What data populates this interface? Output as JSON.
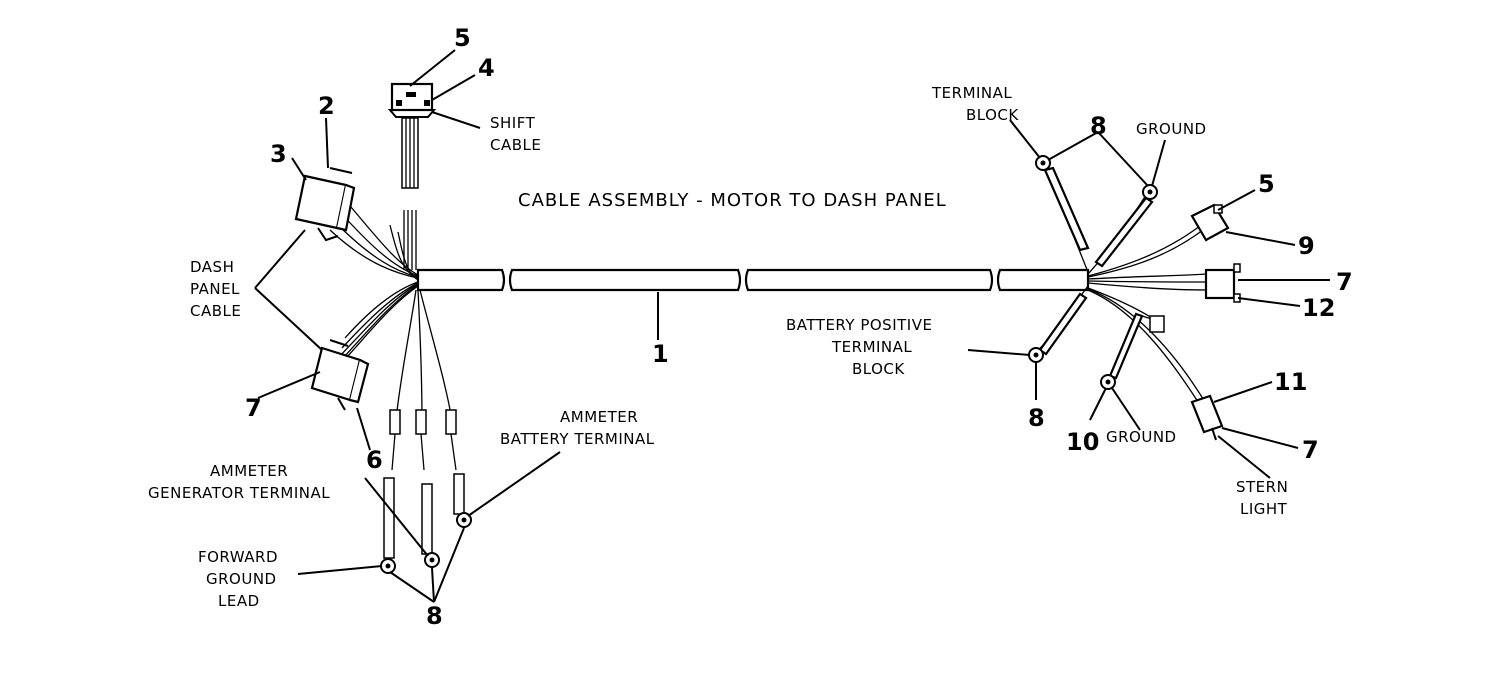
{
  "title": "CABLE ASSEMBLY - MOTOR TO DASH PANEL",
  "labels": {
    "shift_cable": [
      "SHIFT",
      "CABLE"
    ],
    "dash_panel_cable": [
      "DASH",
      "PANEL",
      "CABLE"
    ],
    "ammeter_battery_terminal": [
      "AMMETER",
      "BATTERY TERMINAL"
    ],
    "ammeter_generator_terminal": [
      "AMMETER",
      "GENERATOR TERMINAL"
    ],
    "forward_ground_lead": [
      "FORWARD",
      "GROUND",
      "LEAD"
    ],
    "terminal_block": [
      "TERMINAL",
      "BLOCK"
    ],
    "ground_top": "GROUND",
    "battery_positive_terminal_block": [
      "BATTERY POSITIVE",
      "TERMINAL",
      "BLOCK"
    ],
    "ground_bottom": "GROUND",
    "stern_light": [
      "STERN",
      "LIGHT"
    ]
  },
  "callouts": {
    "n1": "1",
    "n2": "2",
    "n3": "3",
    "n4": "4",
    "n5_left": "5",
    "n5_right": "5",
    "n6": "6",
    "n7_left": "7",
    "n7_right_plug": "7",
    "n7_right_stern": "7",
    "n8_bottom_left": "8",
    "n8_top_right": "8",
    "n8_mid_right": "8",
    "n9": "9",
    "n10": "10",
    "n11": "11",
    "n12": "12"
  }
}
